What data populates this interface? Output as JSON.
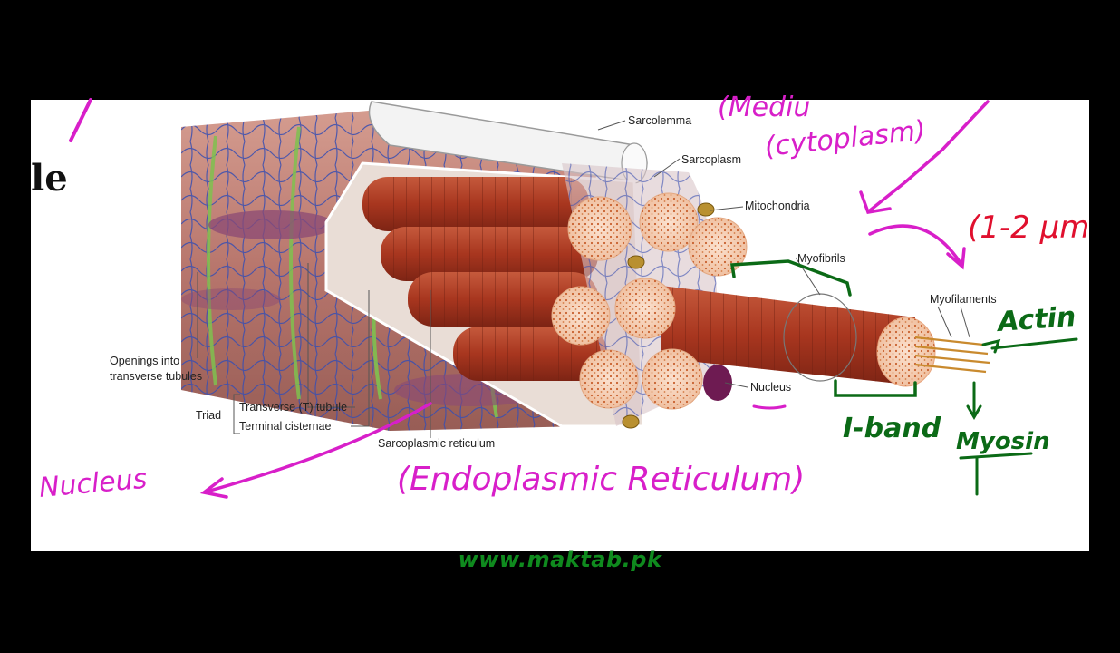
{
  "labels": {
    "sarcolemma": "Sarcolemma",
    "sarcoplasm": "Sarcoplasm",
    "mitochondria": "Mitochondria",
    "myofibrils": "Myofibrils",
    "myofilaments": "Myofilaments",
    "nucleus": "Nucleus",
    "openings_1": "Openings into",
    "openings_2": "transverse tubules",
    "triad": "Triad",
    "t_tubule": "Transverse  (T) tubule",
    "terminal_cisternae": "Terminal cisternae",
    "sarcoplasmic_reticulum": "Sarcoplasmic reticulum"
  },
  "annotations": {
    "top_fragment": "(Mediu",
    "cytoplasm": "(cytoplasm)",
    "size": "(1-2 μm",
    "nucleus": "Nucleus",
    "endoplasmic": "(Endoplasmic Reticulum)",
    "actin": "Actin",
    "myosin": "Myosin",
    "i_band": "I-band",
    "left_fragment": "le"
  },
  "watermark": "www.maktab.pk",
  "colors": {
    "magenta_ink": "#d81fc9",
    "green_ink": "#0b6a16",
    "muscle": "#b8432a",
    "reticulum": "#3a4fb0"
  }
}
